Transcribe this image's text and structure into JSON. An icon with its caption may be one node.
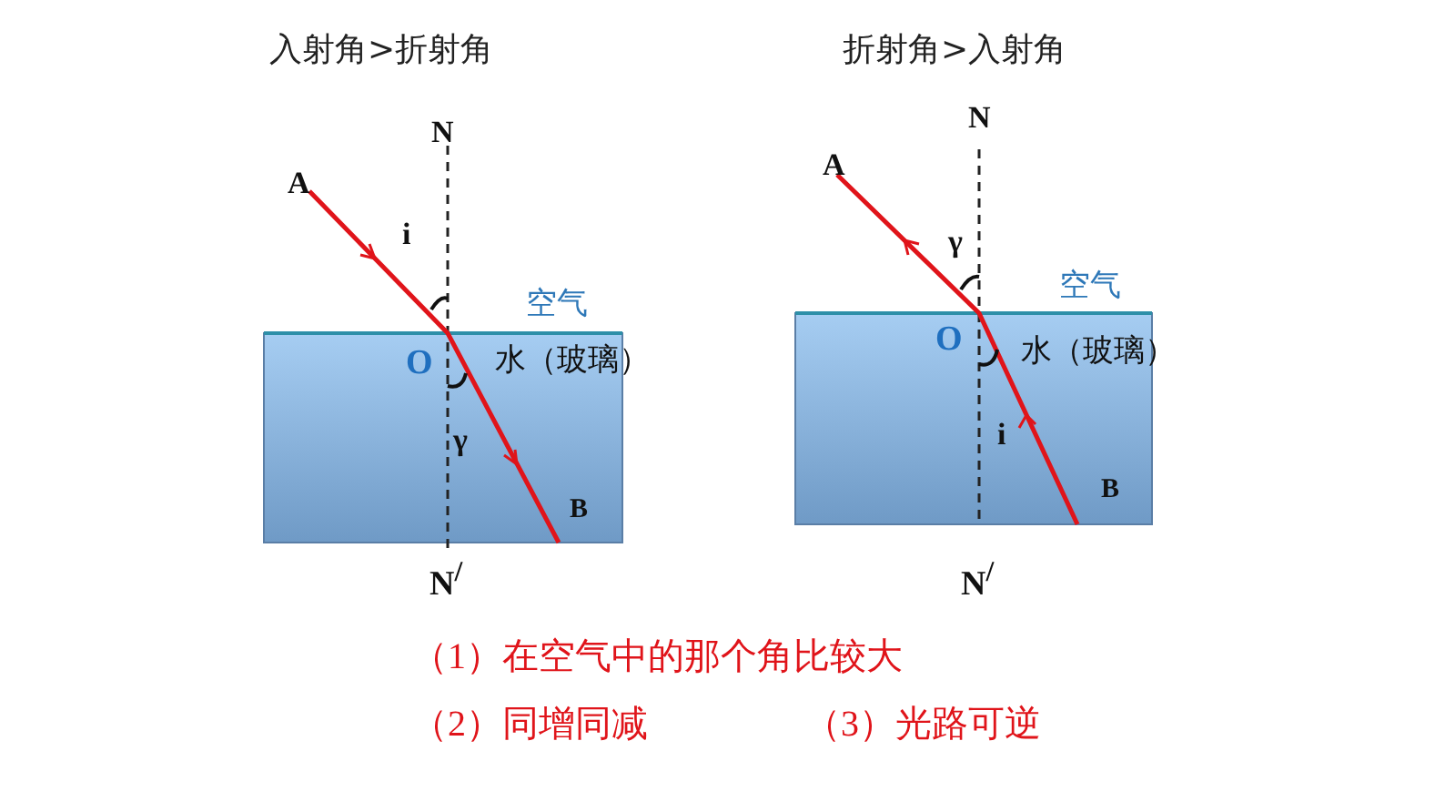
{
  "diagram": {
    "labels": [
      "入射角>折射角",
      "N",
      "A",
      "i",
      "空气",
      "O",
      "水（玻璃）",
      "γ",
      "B",
      "N$^{/}$",
      "折射角>入射角",
      "N",
      "A",
      "γ",
      "空气",
      "O",
      "水（玻璃）",
      "i",
      "B",
      "N$^{/}$",
      "（1）在空气中的那个角比较大",
      "（2）同增同减",
      "（3）光路可逆"
    ]
  }
}
